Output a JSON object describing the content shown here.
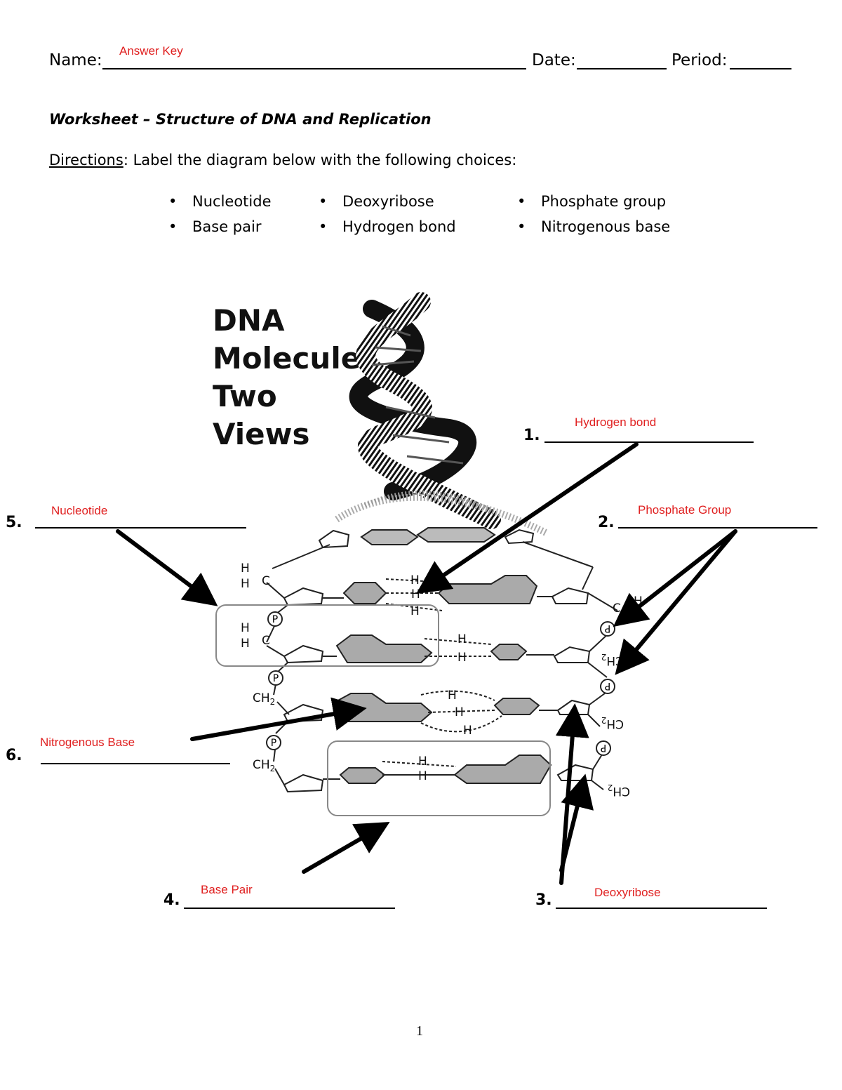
{
  "header": {
    "name_label": "Name:",
    "name_answer": "Answer Key",
    "date_label": "Date:",
    "period_label": "Period:"
  },
  "worksheet": {
    "title": "Worksheet – Structure of DNA and Replication",
    "directions_label": "Directions",
    "directions_text": ": Label the diagram below with the following choices:",
    "choices": [
      "Nucleotide",
      "Deoxyribose",
      "Phosphate group",
      "Base pair",
      "Hydrogen bond",
      "Nitrogenous base"
    ]
  },
  "diagram": {
    "title_lines": [
      "DNA",
      "Molecule:",
      "Two",
      "Views"
    ],
    "labels": {
      "n1": "1.",
      "a1": "Hydrogen bond",
      "n2": "2.",
      "a2": "Phosphate Group",
      "n3": "3.",
      "a3": "Deoxyribose",
      "n4": "4.",
      "a4": "Base Pair",
      "n5": "5.",
      "a5": "Nucleotide",
      "n6": "6.",
      "a6": "Nitrogenous Base"
    },
    "atoms": {
      "H": "H",
      "C": "C",
      "P": "P",
      "CH2": "CH",
      "sub2": "2"
    }
  },
  "footer": {
    "page_number": "1"
  }
}
